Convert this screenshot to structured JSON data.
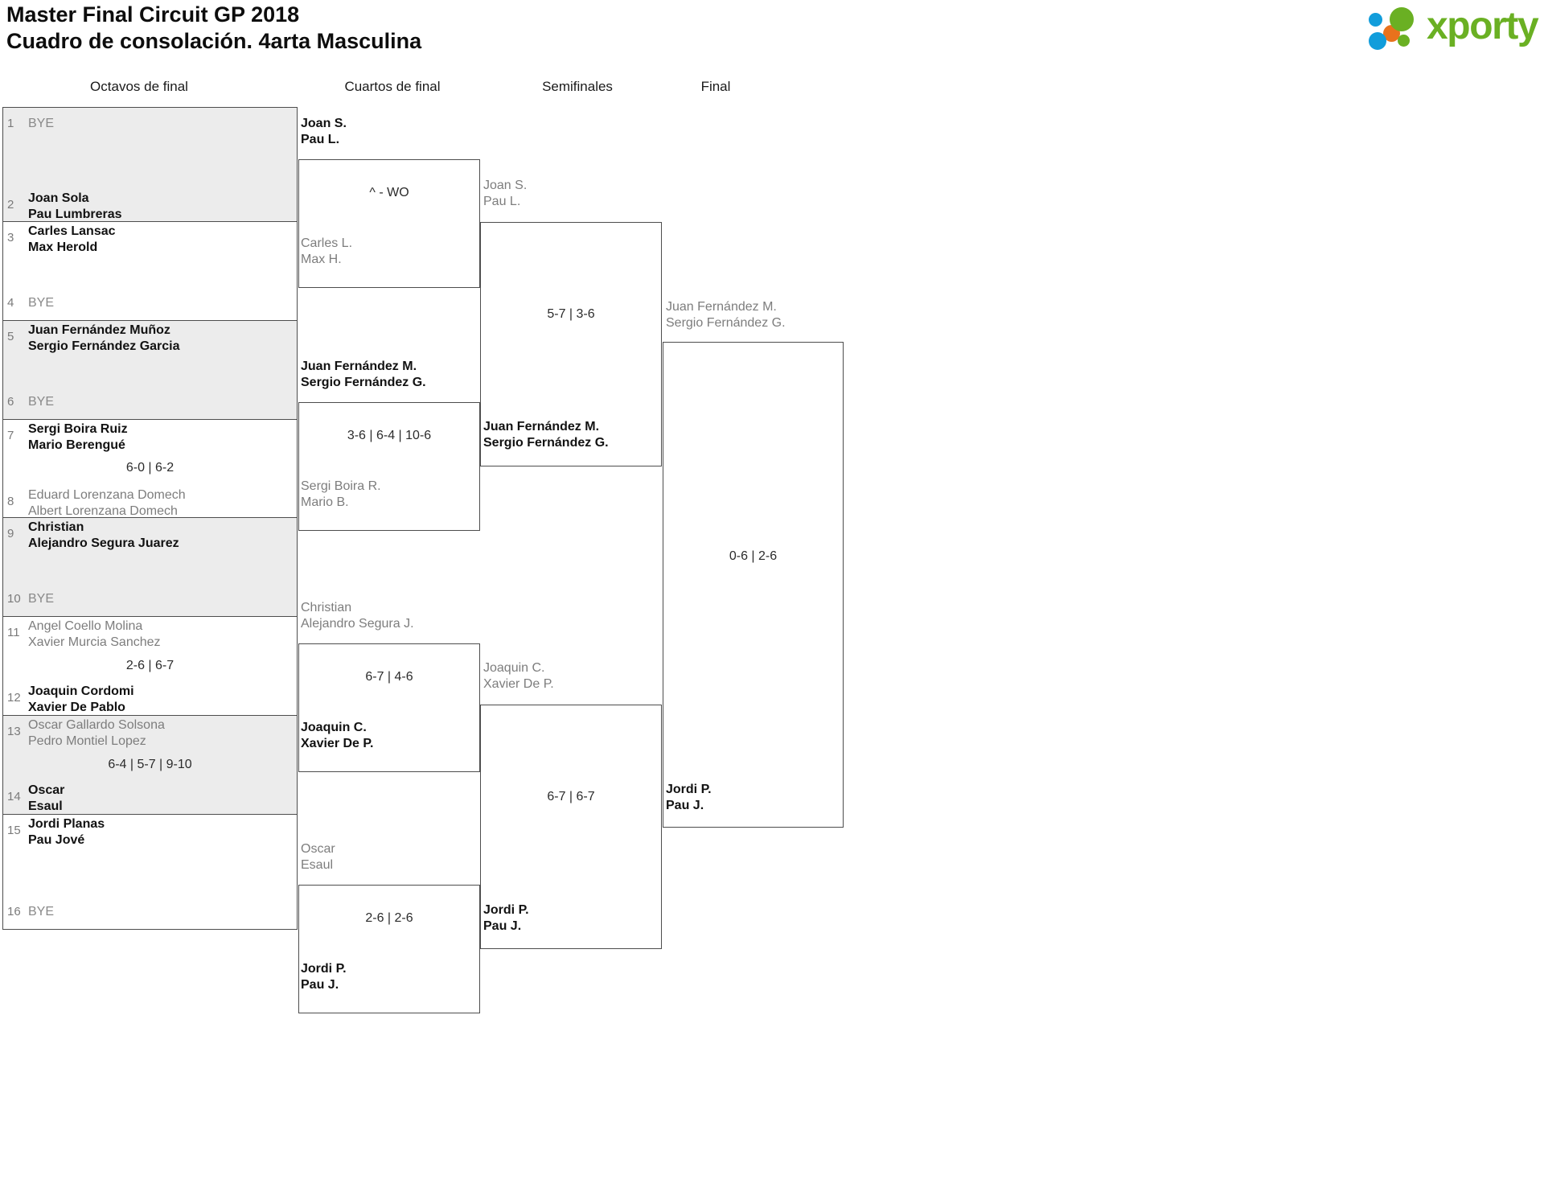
{
  "header": {
    "title_line1": "Master Final Circuit GP 2018",
    "title_line2": "Cuadro de consolación. 4arta Masculina"
  },
  "logo": {
    "wordmark": "xporty",
    "green": "#6ab023",
    "blue": "#119ddb",
    "orange": "#e8721c"
  },
  "rounds": [
    {
      "label": "Octavos de final"
    },
    {
      "label": "Cuartos de final"
    },
    {
      "label": "Semifinales"
    },
    {
      "label": "Final"
    }
  ],
  "round1": {
    "entries": [
      {
        "seed": "1",
        "bye": "BYE",
        "state": "loser"
      },
      {
        "seed": "2",
        "p1": "Joan Sola",
        "p2": "Pau Lumbreras",
        "state": "winner"
      },
      {
        "seed": "3",
        "p1": "Carles Lansac",
        "p2": "Max Herold",
        "state": "winner"
      },
      {
        "seed": "4",
        "bye": "BYE",
        "state": "loser"
      },
      {
        "seed": "5",
        "p1": "Juan Fernández Muñoz",
        "p2": "Sergio Fernández Garcia",
        "state": "winner"
      },
      {
        "seed": "6",
        "bye": "BYE",
        "state": "loser"
      },
      {
        "seed": "7",
        "p1": "Sergi Boira Ruiz",
        "p2": "Mario Berengué",
        "state": "winner"
      },
      {
        "seed": "8",
        "p1": "Eduard Lorenzana Domech",
        "p2": "Albert Lorenzana Domech",
        "state": "loser"
      },
      {
        "seed": "9",
        "p1": "Christian",
        "p2": "Alejandro Segura Juarez",
        "state": "winner"
      },
      {
        "seed": "10",
        "bye": "BYE",
        "state": "loser"
      },
      {
        "seed": "11",
        "p1": "Angel Coello Molina",
        "p2": "Xavier Murcia Sanchez",
        "state": "loser"
      },
      {
        "seed": "12",
        "p1": "Joaquin Cordomi",
        "p2": "Xavier De Pablo",
        "state": "winner"
      },
      {
        "seed": "13",
        "p1": "Oscar Gallardo Solsona",
        "p2": "Pedro Montiel Lopez",
        "state": "loser"
      },
      {
        "seed": "14",
        "p1": "Oscar",
        "p2": "Esaul",
        "state": "winner"
      },
      {
        "seed": "15",
        "p1": "Jordi Planas",
        "p2": "Pau Jové",
        "state": "winner"
      },
      {
        "seed": "16",
        "bye": "BYE",
        "state": "loser"
      }
    ],
    "scores": [
      "",
      "",
      "6-0 | 6-2",
      "2-6 | 6-7",
      "6-4 | 5-7 | 9-10",
      ""
    ]
  },
  "round2": {
    "matches": [
      {
        "score": "^ - WO",
        "top": {
          "p1": "Joan S.",
          "p2": "Pau L.",
          "state": "winner"
        },
        "bottom": {
          "p1": "Carles L.",
          "p2": "Max H.",
          "state": "loser"
        }
      },
      {
        "score": "3-6 | 6-4 | 10-6",
        "top": {
          "p1": "Juan Fernández M.",
          "p2": "Sergio Fernández G.",
          "state": "winner"
        },
        "bottom": {
          "p1": "Sergi Boira R.",
          "p2": "Mario B.",
          "state": "loser"
        }
      },
      {
        "score": "6-7 | 4-6",
        "top": {
          "p1": "Christian",
          "p2": "Alejandro Segura J.",
          "state": "loser"
        },
        "bottom": {
          "p1": "Joaquin C.",
          "p2": "Xavier De P.",
          "state": "winner"
        }
      },
      {
        "score": "2-6 | 2-6",
        "top": {
          "p1": "Oscar",
          "p2": "Esaul",
          "state": "loser"
        },
        "bottom": {
          "p1": "Jordi P.",
          "p2": "Pau J.",
          "state": "winner"
        }
      }
    ]
  },
  "round3": {
    "matches": [
      {
        "score": "5-7 | 3-6",
        "top": {
          "p1": "Joan S.",
          "p2": "Pau L.",
          "state": "loser"
        },
        "bottom": {
          "p1": "Juan Fernández M.",
          "p2": "Sergio Fernández G.",
          "state": "winner"
        }
      },
      {
        "score": "6-7 | 6-7",
        "top": {
          "p1": "Joaquin C.",
          "p2": "Xavier De P.",
          "state": "loser"
        },
        "bottom": {
          "p1": "Jordi P.",
          "p2": "Pau J.",
          "state": "winner"
        }
      }
    ]
  },
  "round4": {
    "matches": [
      {
        "score": "0-6 | 2-6",
        "top": {
          "p1": "Juan Fernández M.",
          "p2": "Sergio Fernández G.",
          "state": "loser"
        },
        "bottom": {
          "p1": "Jordi P.",
          "p2": "Pau J.",
          "state": "winner"
        }
      }
    ]
  }
}
